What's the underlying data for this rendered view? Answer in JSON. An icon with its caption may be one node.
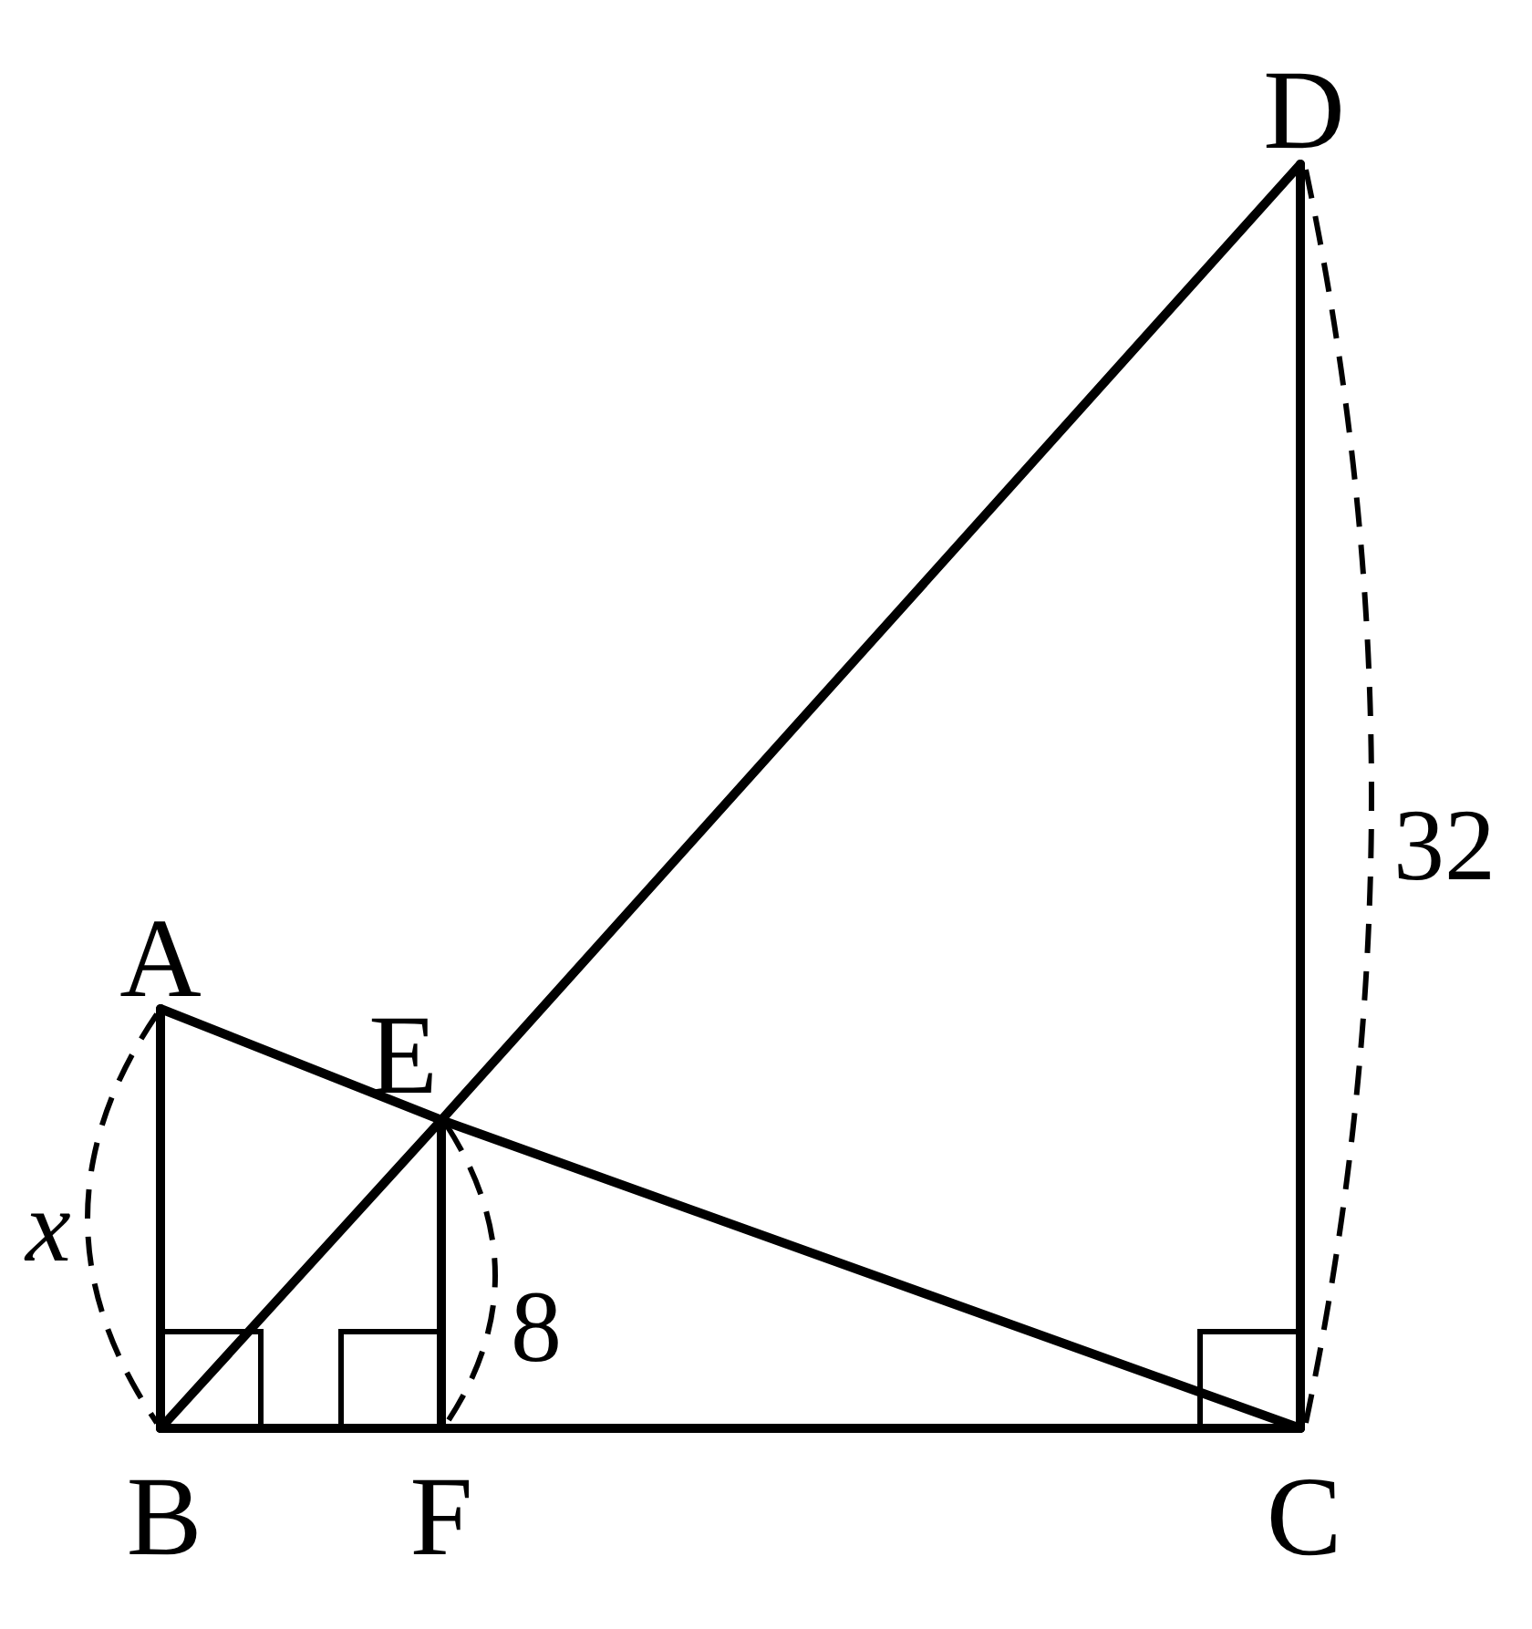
{
  "diagram": {
    "nodes": [
      {
        "text": [
          "A"
        ]
      },
      {
        "text": [
          "B"
        ]
      },
      {
        "text": [
          "C"
        ]
      },
      {
        "text": [
          "D"
        ]
      },
      {
        "text": [
          "E"
        ]
      },
      {
        "text": [
          "F"
        ]
      }
    ],
    "edges": [
      {
        "from": 0,
        "to": 1,
        "arrow": "none"
      },
      {
        "from": 0,
        "to": 4,
        "arrow": "none"
      },
      {
        "from": 4,
        "to": 2,
        "arrow": "none"
      },
      {
        "from": 1,
        "to": 4,
        "arrow": "none"
      },
      {
        "from": 4,
        "to": 3,
        "arrow": "none"
      },
      {
        "from": 3,
        "to": 2,
        "arrow": "none"
      },
      {
        "from": 1,
        "to": 5,
        "arrow": "none"
      },
      {
        "from": 5,
        "to": 2,
        "arrow": "none"
      },
      {
        "from": 4,
        "to": 5,
        "arrow": "none"
      }
    ],
    "labels": [
      "x",
      "8",
      "32"
    ]
  }
}
